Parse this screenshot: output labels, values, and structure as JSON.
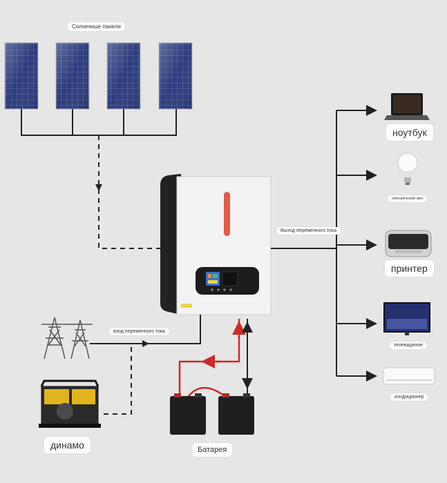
{
  "labels": {
    "solar_panels": "Солнечные панели",
    "ac_output": "Выход переменного тока",
    "ac_input": "вход переменного тока",
    "laptop": "ноутбук",
    "light": "электрический свет",
    "printer": "принтер",
    "tv": "телевидение",
    "ac_unit": "кондиционер",
    "generator": "динамо",
    "battery": "Батарея"
  },
  "colors": {
    "background": "#e6e6e6",
    "line": "#222222",
    "battery_link": "#cc2a2a",
    "panel": "#2c3c7c",
    "inverter_body": "#f3f3f3",
    "inverter_strip": "#e05a4a"
  },
  "icons": [
    "solar-panel-icon",
    "laptop-icon",
    "light-bulb-icon",
    "printer-icon",
    "tv-icon",
    "air-conditioner-icon",
    "power-tower-icon",
    "generator-icon",
    "battery-icon",
    "inverter-icon"
  ]
}
